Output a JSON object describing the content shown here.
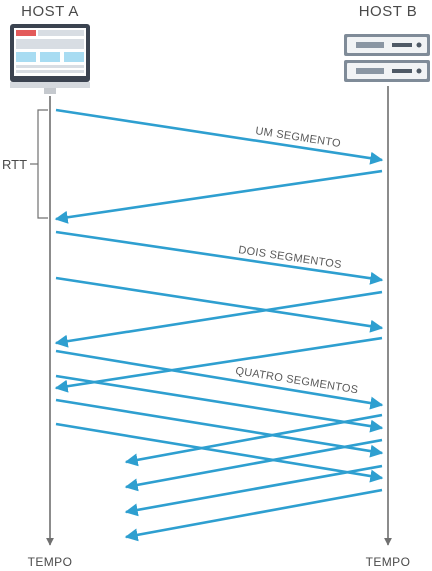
{
  "hosts": {
    "a_label": "HOST A",
    "b_label": "HOST B"
  },
  "timeline": {
    "a_time_label": "TEMPO",
    "b_time_label": "TEMPO"
  },
  "rtt_label": "RTT",
  "segment_labels": {
    "one": "UM SEGMENTO",
    "two": "DOIS SEGMENTOS",
    "four": "QUATRO SEGMENTOS"
  },
  "colors": {
    "arrow": "#2e9fd0",
    "timeline": "#707070",
    "text": "#4a4a4a"
  },
  "icons": {
    "host_a": "desktop-monitor-icon",
    "host_b": "server-rack-icon"
  }
}
